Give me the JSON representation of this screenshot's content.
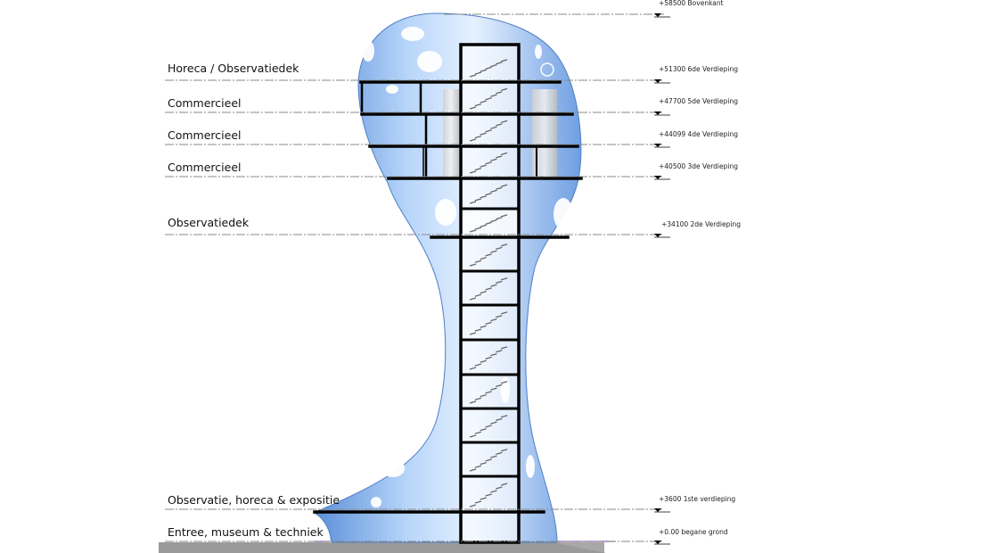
{
  "levels": [
    {
      "id": "top",
      "elevation": "+58500 Bovenkant"
    },
    {
      "id": "l6",
      "name": "Horeca / Observatiedek",
      "elevation": "+51300 6de Verdieping"
    },
    {
      "id": "l5",
      "name": "Commercieel",
      "elevation": "+47700 5de Verdieping"
    },
    {
      "id": "l4",
      "name": "Commercieel",
      "elevation": "+44099 4de Verdieping"
    },
    {
      "id": "l3",
      "name": "Commercieel",
      "elevation": "+40500 3de Verdieping"
    },
    {
      "id": "l2",
      "name": "Observatiedek",
      "elevation": "+34100 2de Verdieping"
    },
    {
      "id": "l1",
      "name": "Observatie, horeca & expositie",
      "elevation": "+3600 1ste verdieping"
    },
    {
      "id": "l0",
      "name": "Entree, museum & techniek",
      "elevation": "+0.00 begane grond"
    }
  ],
  "colors": {
    "facade_light": "#e4f0ff",
    "facade_mid": "#9cc3f3",
    "facade_dark": "#5a8fd8",
    "structure": "#000000",
    "ground": "#a8a8a8",
    "ground_line": "#8a4fc0",
    "dots": "#ffffff"
  }
}
